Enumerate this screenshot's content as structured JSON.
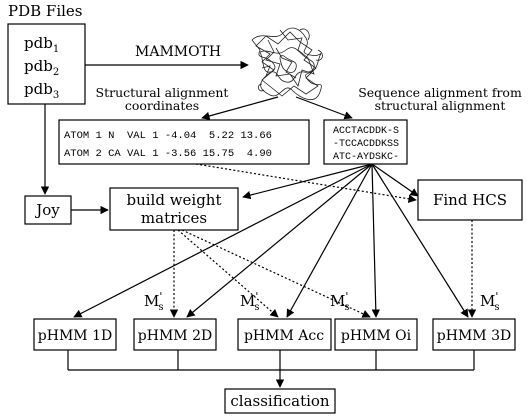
{
  "title": "PDB Files",
  "pdb_items": [
    {
      "base": "pdb",
      "sub": "1"
    },
    {
      "base": "pdb",
      "sub": "2"
    },
    {
      "base": "pdb",
      "sub": "3"
    }
  ],
  "mammoth_label": "MAMMOTH",
  "structural_alignment_label": [
    "Structural alignment",
    "coordinates"
  ],
  "sequence_alignment_label": [
    "Sequence alignment from",
    "structural alignment"
  ],
  "atom_lines": [
    "ATOM 1 N  VAL 1 -4.04  5.22 13.66",
    "ATOM 2 CA VAL 1 -3.56 15.75  4.90"
  ],
  "sequence_lines": [
    "ACCTACDDK-S",
    "-TCCACDDKSS",
    "ATC-AYDSKC-"
  ],
  "joy_label": "Joy",
  "weight_matrices_label": [
    "build weight",
    "matrices"
  ],
  "find_hcs_label": "Find HCS",
  "ms_label": {
    "base": "M",
    "sup": "'",
    "sub": "s"
  },
  "phmm_labels": [
    "pHMM 1D",
    "pHMM 2D",
    "pHMM Acc",
    "pHMM Oi",
    "pHMM 3D"
  ],
  "classification_label": "classification"
}
